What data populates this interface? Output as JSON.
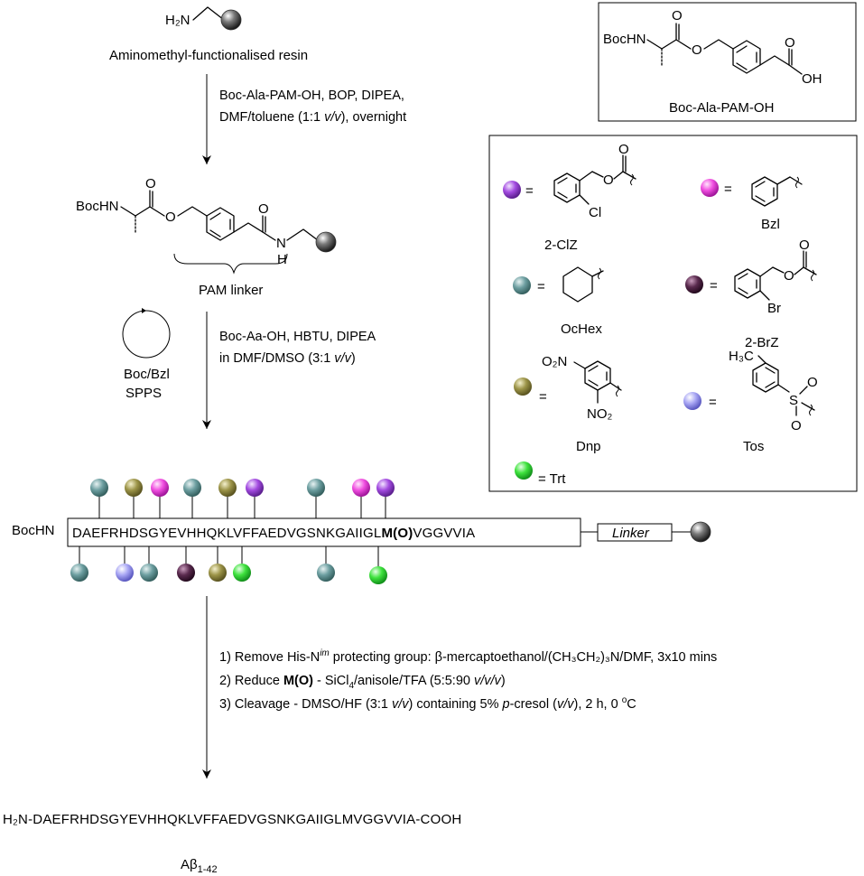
{
  "colors": {
    "resin": "#7a7a7a",
    "clz_purple": "#a34be0",
    "bzl_magenta": "#f04ee0",
    "ochex_teal": "#6c9ea0",
    "brz_plum": "#5a2a4e",
    "dnp_olive": "#9c9448",
    "tos_lavender": "#a8a6f4",
    "trt_green": "#3fe23e"
  },
  "top": {
    "resin_amine": "H₂N",
    "resin_label": "Aminomethyl-functionalised resin",
    "step1_line1": "Boc-Ala-PAM-OH, BOP, DIPEA,",
    "step1_line2_pre": "DMF/toluene (1:1 ",
    "step1_line2_ital": "v/v",
    "step1_line2_post": "), overnight"
  },
  "intermediate": {
    "bochn": "BocHN",
    "o1": "O",
    "o2": "O",
    "o3": "O",
    "n": "N",
    "h": "H",
    "pam_label": "PAM linker"
  },
  "inset": {
    "bochn": "BocHN",
    "o1": "O",
    "o2": "O",
    "o3": "O",
    "oh": "OH",
    "label": "Boc-Ala-PAM-OH"
  },
  "legend": {
    "eq": "=",
    "clz_label": "2-ClZ",
    "clz_cl": "Cl",
    "clz_o1": "O",
    "clz_o2": "O",
    "bzl_label": "Bzl",
    "ochex_label": "OcHex",
    "brz_label": "2-BrZ",
    "brz_br": "Br",
    "brz_o1": "O",
    "brz_o2": "O",
    "dnp_label": "Dnp",
    "dnp_o2n": "O₂N",
    "dnp_no2": "NO₂",
    "tos_label": "Tos",
    "tos_h3c": "H₃C",
    "tos_s": "S",
    "tos_o1": "O",
    "tos_o2": "O",
    "trt_label": "= Trt"
  },
  "spps": {
    "cycle_label1": "Boc/Bzl",
    "cycle_label2": "SPPS",
    "cond1": "Boc-Aa-OH, HBTU, DIPEA",
    "cond2_pre": "in DMF/DMSO (3:1 ",
    "cond2_ital": "v/v",
    "cond2_post": ")"
  },
  "peptide": {
    "bochn": "BocHN",
    "seq_pre": "DAEFRHDSGYEVHHQKLVFFAEDVGSNKGAIIGL",
    "seq_bold": "M(O)",
    "seq_post": "VGGVVIA",
    "linker": "Linker"
  },
  "final_steps": {
    "s1_pre": "1) Remove His-N",
    "s1_sup": "im",
    "s1_post": " protecting group: β-mercaptoethanol/(CH₃CH₂)₃N/DMF, 3x10 mins",
    "s2_pre": "2) Reduce ",
    "s2_bold": "M(O)",
    "s2_mid": " - SiCl",
    "s2_sub": "4",
    "s2_post": "/anisole/TFA (5:5:90 ",
    "s2_ital": "v/v/v",
    "s2_end": ")",
    "s3_pre": "3) Cleavage - DMSO/HF (3:1 ",
    "s3_ital1": "v/v",
    "s3_mid": ") containing 5% ",
    "s3_ital2": "p",
    "s3_mid2": "-cresol (",
    "s3_ital3": "v/v",
    "s3_post": "), 2 h, 0 ",
    "s3_sup": "o",
    "s3_end": "C"
  },
  "product": {
    "h2n": "H₂N-",
    "seq": "DAEFRHDSGYEVHHQKLVFFAEDVGSNKGAIIGLMVGGVVIA",
    "cooh": "-COOH",
    "abeta": "Aβ",
    "abeta_sub": "1-42"
  }
}
